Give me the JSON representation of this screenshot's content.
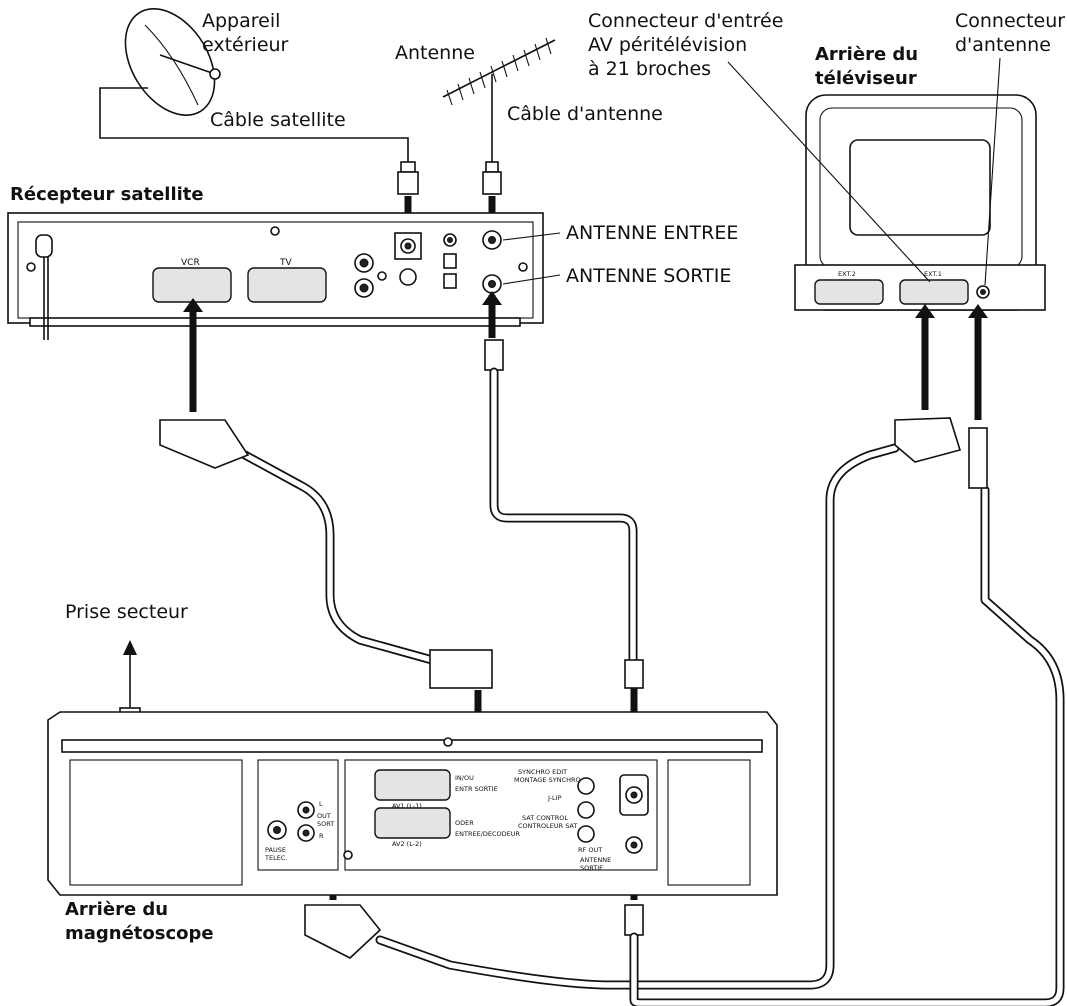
{
  "labels": {
    "outdoor_unit": [
      "Appareil",
      "extérieur"
    ],
    "satellite_cable": "Câble satellite",
    "antenna": "Antenne",
    "antenna_cable": "Câble d'antenne",
    "scart_connector": [
      "Connecteur d'entrée",
      "AV péritélévision",
      "à 21 broches"
    ],
    "tv_rear": [
      "Arrière du",
      "téléviseur"
    ],
    "antenna_connector": [
      "Connecteur",
      "d'antenne"
    ],
    "satellite_receiver": "Récepteur satellite",
    "antenna_in": "ANTENNE ENTREE",
    "antenna_out": "ANTENNE SORTIE",
    "mains_socket": "Prise secteur",
    "vcr_rear": [
      "Arrière du",
      "magnétoscope"
    ]
  },
  "receiver_panel": {
    "vcr": "VCR",
    "tv": "TV"
  },
  "tv_panel": {
    "ext2": "EXT.2",
    "ext1": "EXT.1"
  },
  "vcr_panel": {
    "in_out": "IN/OU",
    "entree_sortie": "ENTR  SORTIE",
    "av1": "AV1 (L-1)",
    "decoder": "ODER",
    "entree_decodeur": "ENTREE/DECODEUR",
    "av2": "AV2 (L-2)",
    "synchro_edit": "SYNCHRO EDIT",
    "montage_synchro": "MONTAGE SYNCHRO",
    "jlip": "J-LIP",
    "sat_control": "SAT CONTROL",
    "controleur_sat": "CONTROLEUR SAT",
    "rf_out": "RF OUT",
    "antenne_sortie": [
      "ANTENNE",
      "SORTIE"
    ],
    "pause_telec": [
      "PAUSE",
      "TELEC."
    ],
    "audio_out": [
      "OUT",
      "SORT"
    ],
    "audio_l": "L",
    "audio_r": "R"
  }
}
